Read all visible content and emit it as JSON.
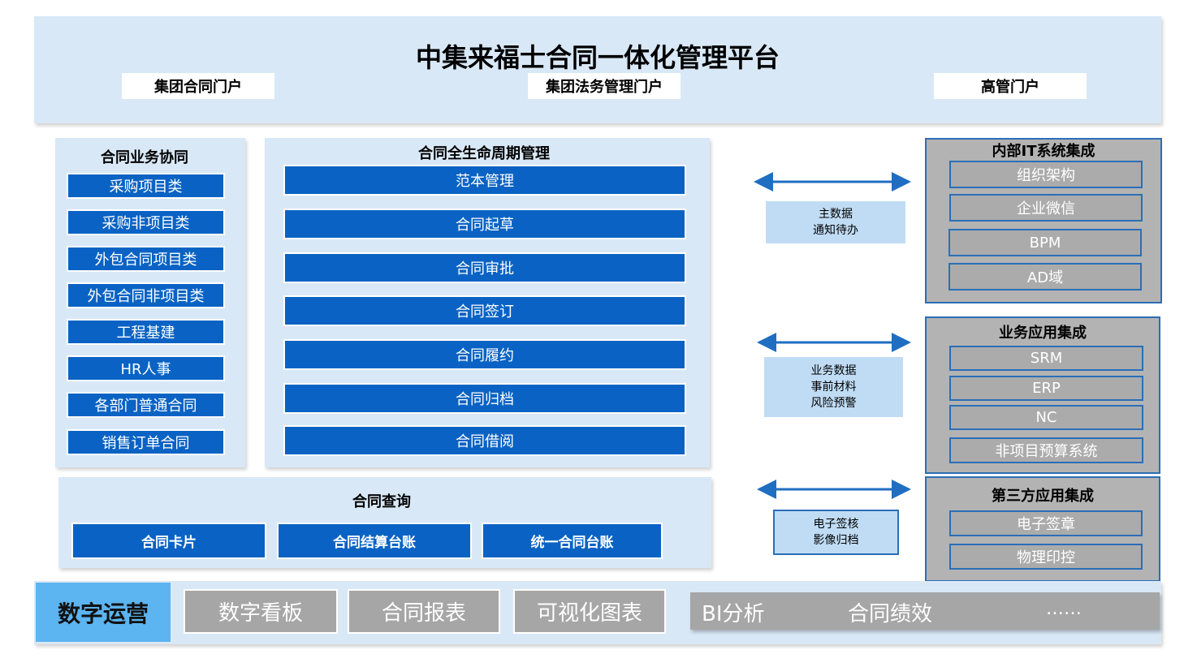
{
  "header": {
    "title": "中集来福士合同一体化管理平台",
    "portals": [
      "集团合同门户",
      "集团法务管理门户",
      "高管门户"
    ]
  },
  "collab": {
    "title": "合同业务协同",
    "items": [
      "采购项目类",
      "采购非项目类",
      "外包合同项目类",
      "外包合同非项目类",
      "工程基建",
      "HR人事",
      "各部门普通合同",
      "销售订单合同"
    ]
  },
  "lifecycle": {
    "title": "合同全生命周期管理",
    "items": [
      "范本管理",
      "合同起草",
      "合同审批",
      "合同签订",
      "合同履约",
      "合同归档",
      "合同借阅"
    ]
  },
  "query": {
    "title": "合同查询",
    "items": [
      "合同卡片",
      "合同结算台账",
      "统一合同台账"
    ]
  },
  "flows": [
    {
      "lines": [
        "主数据",
        "通知待办"
      ]
    },
    {
      "lines": [
        "业务数据",
        "事前材料",
        "风险预警"
      ]
    },
    {
      "lines": [
        "电子签核",
        "影像归档"
      ]
    }
  ],
  "it_integration": {
    "title": "内部IT系统集成",
    "items": [
      "组织架构",
      "企业微信",
      "BPM",
      "AD域"
    ]
  },
  "biz_integration": {
    "title": "业务应用集成",
    "items": [
      "SRM",
      "ERP",
      "NC",
      "非项目预算系统"
    ]
  },
  "third_integration": {
    "title": "第三方应用集成",
    "items": [
      "电子签章",
      "物理印控"
    ]
  },
  "ops": {
    "title": "数字运营",
    "items": [
      "数字看板",
      "合同报表",
      "可视化图表"
    ],
    "bar_items": [
      "BI分析",
      "合同绩效",
      "……"
    ]
  },
  "colors": {
    "primary_blue": "#0a63c4",
    "light_panel": "#d9e8f6",
    "label_blue": "#c0dcf5",
    "ops_title_bg": "#5cb4f0",
    "gray": "#b3b3b3"
  }
}
